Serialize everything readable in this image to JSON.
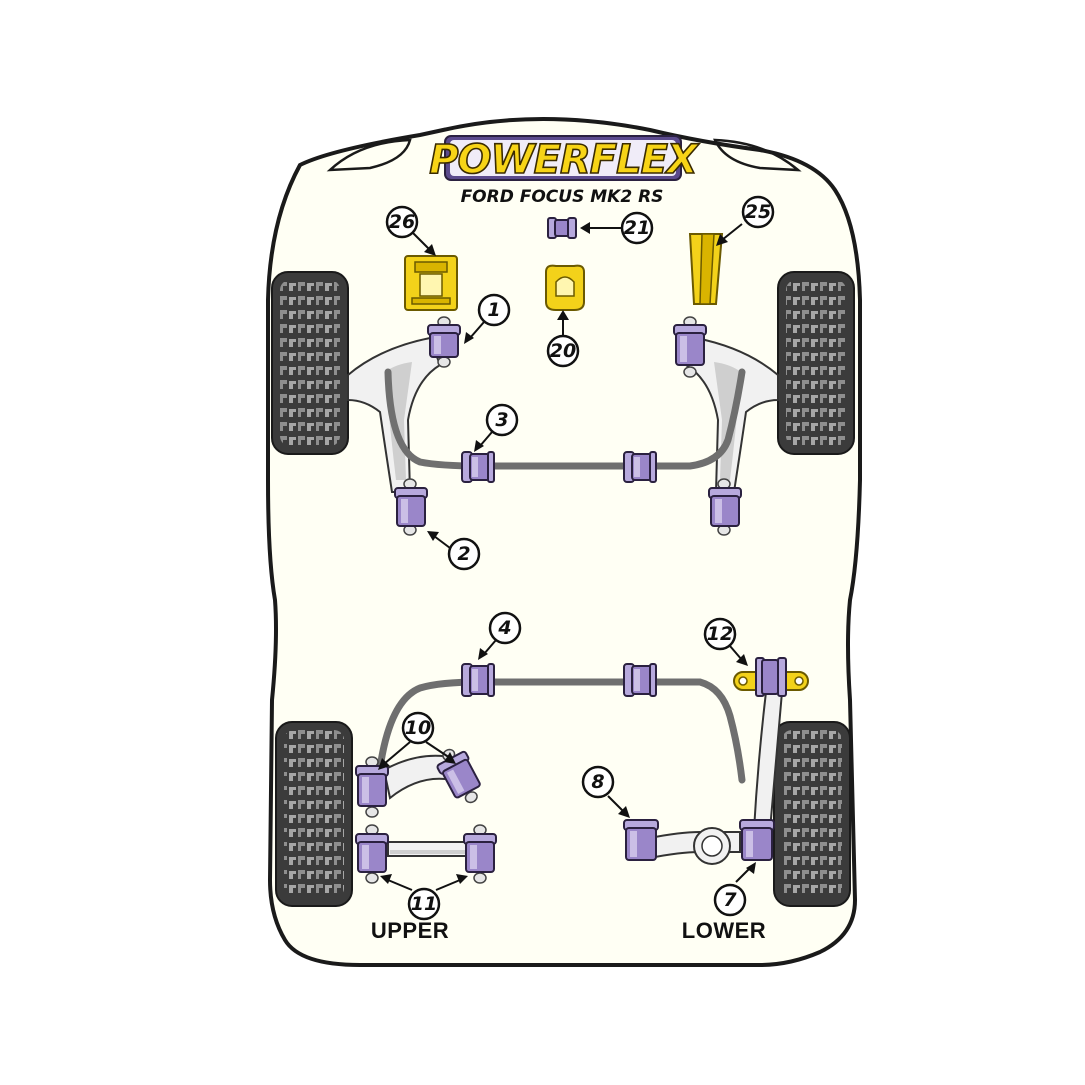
{
  "brand": {
    "logo_text": "POWERFLEX",
    "model": "FORD FOCUS MK2 RS",
    "colors": {
      "logo_fill": "#f7d417",
      "logo_bg": "#5b4a8c",
      "bush_purple": "#9a86c9",
      "insert_yellow": "#f3d21a"
    }
  },
  "callouts": [
    {
      "id": "c26",
      "text": "26"
    },
    {
      "id": "c21",
      "text": "21"
    },
    {
      "id": "c25",
      "text": "25"
    },
    {
      "id": "c1",
      "text": "1"
    },
    {
      "id": "c20",
      "text": "20"
    },
    {
      "id": "c3",
      "text": "3"
    },
    {
      "id": "c2",
      "text": "2"
    },
    {
      "id": "c4",
      "text": "4"
    },
    {
      "id": "c12",
      "text": "12"
    },
    {
      "id": "c10",
      "text": "10"
    },
    {
      "id": "c8",
      "text": "8"
    },
    {
      "id": "c11",
      "text": "11"
    },
    {
      "id": "c7",
      "text": "7"
    }
  ],
  "labels": {
    "upper": "UPPER",
    "lower": "LOWER"
  }
}
